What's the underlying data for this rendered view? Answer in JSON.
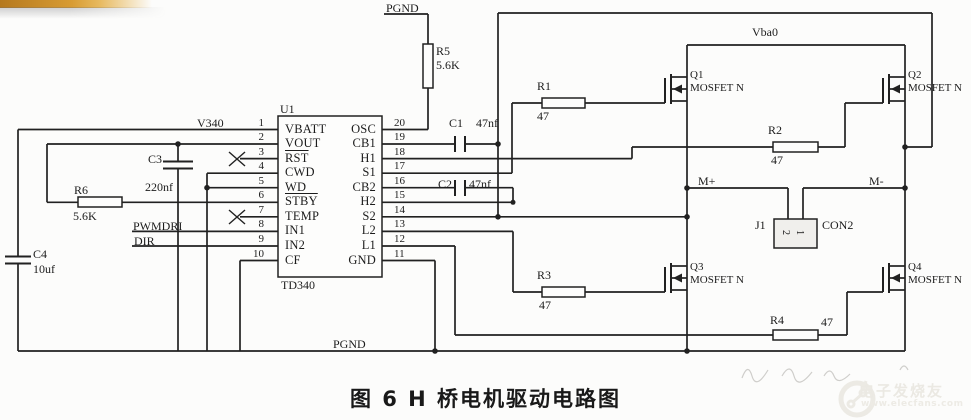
{
  "figure": {
    "caption": "图 6  H 桥电机驱动电路图"
  },
  "watermark": {
    "brand": "电子发烧友",
    "url": "www.elecfans.com"
  },
  "ic": {
    "ref": "U1",
    "part": "TD340",
    "left_pins": [
      {
        "num": "1",
        "name": "VBATT"
      },
      {
        "num": "2",
        "name": "VOUT"
      },
      {
        "num": "3",
        "name": "RST"
      },
      {
        "num": "4",
        "name": "CWD"
      },
      {
        "num": "5",
        "name": "WD"
      },
      {
        "num": "6",
        "name": "STBY"
      },
      {
        "num": "7",
        "name": "TEMP"
      },
      {
        "num": "8",
        "name": "IN1"
      },
      {
        "num": "9",
        "name": "IN2"
      },
      {
        "num": "10",
        "name": "CF"
      }
    ],
    "right_pins": [
      {
        "num": "20",
        "name": "OSC"
      },
      {
        "num": "19",
        "name": "CB1"
      },
      {
        "num": "18",
        "name": "H1"
      },
      {
        "num": "17",
        "name": "S1"
      },
      {
        "num": "16",
        "name": "CB2"
      },
      {
        "num": "15",
        "name": "H2"
      },
      {
        "num": "14",
        "name": "S2"
      },
      {
        "num": "13",
        "name": "L2"
      },
      {
        "num": "12",
        "name": "L1"
      },
      {
        "num": "11",
        "name": "GND"
      }
    ]
  },
  "resistors": {
    "r1": {
      "ref": "R1",
      "value": "47"
    },
    "r2": {
      "ref": "R2",
      "value": "47"
    },
    "r3": {
      "ref": "R3",
      "value": "47"
    },
    "r4": {
      "ref": "R4",
      "value": "47"
    },
    "r5": {
      "ref": "R5",
      "value": "5.6K"
    },
    "r6": {
      "ref": "R6",
      "value": "5.6K"
    }
  },
  "capacitors": {
    "c1": {
      "ref": "C1",
      "value": "47nf"
    },
    "c2": {
      "ref": "C2",
      "value": "47nf"
    },
    "c3": {
      "ref": "C3",
      "value": "220nf"
    },
    "c4": {
      "ref": "C4",
      "value": "10uf"
    }
  },
  "mosfets": {
    "q1": {
      "ref": "Q1",
      "type": "MOSFET N"
    },
    "q2": {
      "ref": "Q2",
      "type": "MOSFET N"
    },
    "q3": {
      "ref": "Q3",
      "type": "MOSFET N"
    },
    "q4": {
      "ref": "Q4",
      "type": "MOSFET N"
    }
  },
  "connector": {
    "ref": "J1",
    "type": "CON2",
    "pin_a": "2",
    "pin_b": "1"
  },
  "nets": {
    "v340": "V340",
    "pgnd_top": "PGND",
    "pgnd_bottom": "PGND",
    "vba0": "Vba0",
    "m_plus": "M+",
    "m_minus": "M-",
    "pwmdri": "PWMDRI",
    "dir": "DIR"
  }
}
